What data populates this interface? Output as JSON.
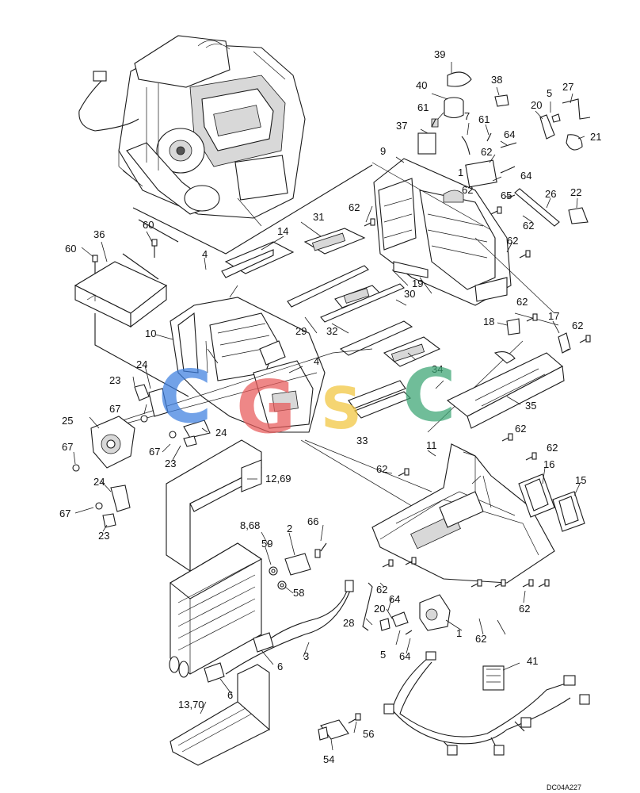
{
  "diagram": {
    "code": "DC04A227",
    "watermark": {
      "letters": [
        "C",
        "G",
        "S",
        "C"
      ],
      "colors": [
        "#3d7fe0",
        "#e85a5a",
        "#f2c53d",
        "#3aa573"
      ]
    },
    "callouts": {
      "c1a": "1",
      "c1b": "1",
      "c2": "2",
      "c3": "3",
      "c4a": "4",
      "c4b": "4",
      "c5a": "5",
      "c5b": "5",
      "c6a": "6",
      "c6b": "6",
      "c7": "7",
      "c8_68": "8,68",
      "c9": "9",
      "c10": "10",
      "c11": "11",
      "c12_69": "12,69",
      "c13_70": "13,70",
      "c14": "14",
      "c15": "15",
      "c16": "16",
      "c17": "17",
      "c18": "18",
      "c19": "19",
      "c20a": "20",
      "c20b": "20",
      "c21": "21",
      "c22": "22",
      "c23a": "23",
      "c23b": "23",
      "c23c": "23",
      "c24a": "24",
      "c24b": "24",
      "c24c": "24",
      "c25": "25",
      "c26": "26",
      "c27": "27",
      "c28": "28",
      "c29": "29",
      "c30": "30",
      "c31": "31",
      "c32": "32",
      "c33": "33",
      "c34": "34",
      "c35": "35",
      "c36": "36",
      "c37": "37",
      "c38": "38",
      "c39": "39",
      "c40": "40",
      "c41": "41",
      "c54": "54",
      "c56": "56",
      "c58": "58",
      "c59": "59",
      "c60a": "60",
      "c60b": "60",
      "c61a": "61",
      "c61b": "61",
      "c62a": "62",
      "c62b": "62",
      "c62c": "62",
      "c62d": "62",
      "c62e": "62",
      "c62f": "62",
      "c62g": "62",
      "c62h": "62",
      "c62i": "62",
      "c62j": "62",
      "c62k": "62",
      "c62l": "62",
      "c62m": "62",
      "c64a": "64",
      "c64b": "64",
      "c64c": "64",
      "c64d": "64",
      "c65": "65",
      "c66": "66",
      "c67a": "67",
      "c67b": "67",
      "c67c": "67",
      "c67d": "67"
    }
  }
}
